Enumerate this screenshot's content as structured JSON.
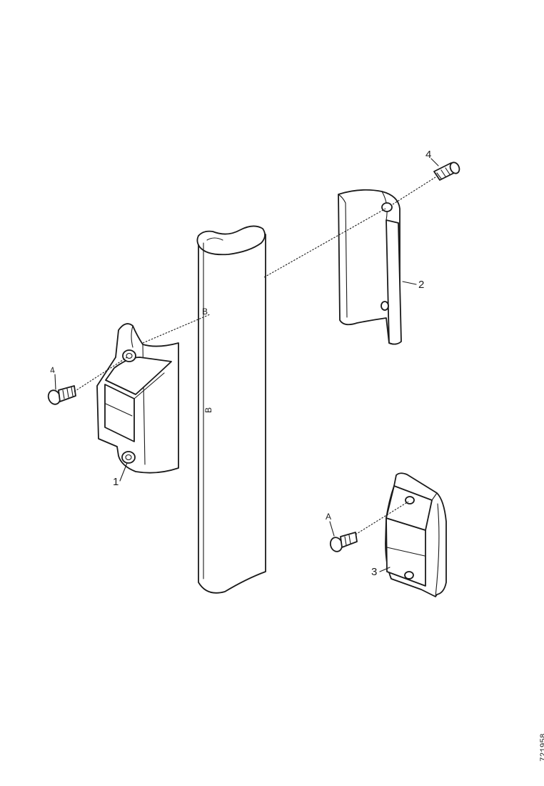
{
  "diagram": {
    "callouts": {
      "part1": "1",
      "part2": "2",
      "part3": "3",
      "screw_top": "4",
      "screw_left": "4",
      "screw_bottom": "A",
      "hole_top": "B",
      "column": "B"
    },
    "drawing_code": "721958"
  }
}
